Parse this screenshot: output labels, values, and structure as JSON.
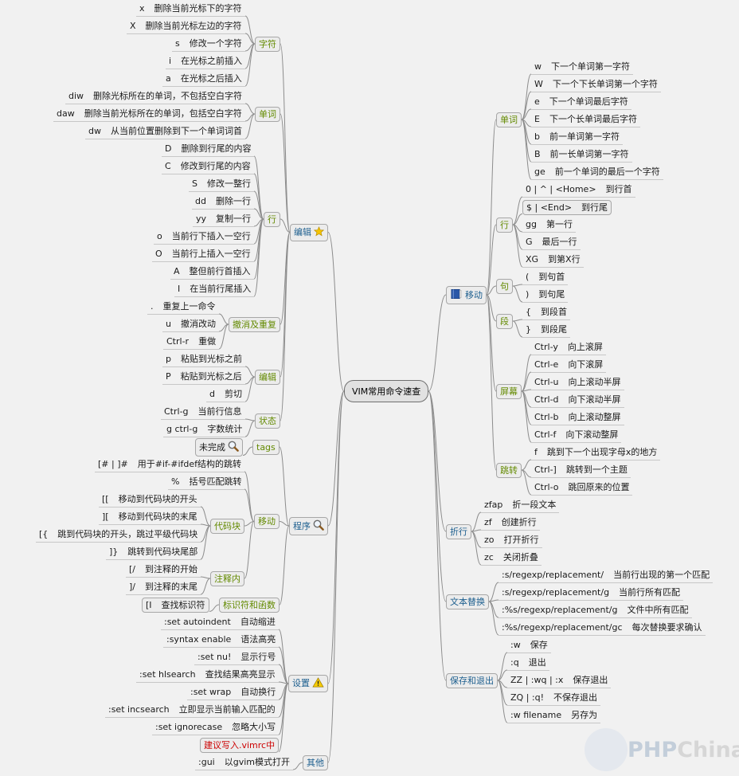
{
  "center": "VIM常用命令速查",
  "watermark": {
    "part1": "PHP",
    "part2": "China"
  },
  "left": [
    {
      "label": "编辑",
      "icon": "star-icon",
      "children": [
        {
          "label": "字符",
          "children": [
            {
              "k": "x",
              "d": "删除当前光标下的字符"
            },
            {
              "k": "X",
              "d": "删除当前光标左边的字符"
            },
            {
              "k": "s",
              "d": "修改一个字符"
            },
            {
              "k": "i",
              "d": "在光标之前插入"
            },
            {
              "k": "a",
              "d": "在光标之后插入"
            }
          ]
        },
        {
          "label": "单词",
          "children": [
            {
              "k": "diw",
              "d": "删除光标所在的单词，不包括空白字符"
            },
            {
              "k": "daw",
              "d": "删除当前光标所在的单词，包括空白字符"
            },
            {
              "k": "dw",
              "d": "从当前位置删除到下一个单词词首"
            }
          ]
        },
        {
          "label": "行",
          "children": [
            {
              "k": "D",
              "d": "删除到行尾的内容"
            },
            {
              "k": "C",
              "d": "修改到行尾的内容"
            },
            {
              "k": "S",
              "d": "修改一整行"
            },
            {
              "k": "dd",
              "d": "删除一行"
            },
            {
              "k": "yy",
              "d": "复制一行"
            },
            {
              "k": "o",
              "d": "当前行下插入一空行"
            },
            {
              "k": "O",
              "d": "当前行上插入一空行"
            },
            {
              "k": "A",
              "d": "整但前行首插入"
            },
            {
              "k": "I",
              "d": "在当前行尾插入"
            }
          ]
        },
        {
          "label": "撤消及重复",
          "children": [
            {
              "k": ".",
              "d": "重复上一命令"
            },
            {
              "k": "u",
              "d": "撤消改动"
            },
            {
              "k": "Ctrl-r",
              "d": "重做"
            }
          ]
        },
        {
          "label": "编辑",
          "children": [
            {
              "k": "p",
              "d": "粘贴到光标之前"
            },
            {
              "k": "P",
              "d": "粘贴到光标之后"
            },
            {
              "k": "d",
              "d": "剪切"
            }
          ]
        },
        {
          "label": "状态",
          "children": [
            {
              "k": "Ctrl-g",
              "d": "当前行信息"
            },
            {
              "k": "g ctrl-g",
              "d": "字数统计"
            }
          ]
        }
      ]
    },
    {
      "label": "程序",
      "icon": "magnifier-icon",
      "children": [
        {
          "label": "tags",
          "children": [
            {
              "k": "",
              "d": "未完成",
              "icon": "magnifier-icon",
              "box": true
            }
          ]
        },
        {
          "label": "移动",
          "children": [
            {
              "k": "[# | ]#",
              "d": "用于#if-#ifdef结构的跳转"
            },
            {
              "k": "%",
              "d": "括号匹配跳转"
            },
            {
              "label": "代码块",
              "children": [
                {
                  "k": "[[",
                  "d": "移动到代码块的开头"
                },
                {
                  "k": "][",
                  "d": "移动到代码块的末尾"
                },
                {
                  "k": "[{",
                  "d": "跳到代码块的开头，跳过平级代码块"
                },
                {
                  "k": "]}",
                  "d": "跳转到代码块尾部"
                }
              ]
            },
            {
              "label": "注释内",
              "children": [
                {
                  "k": "[/",
                  "d": "到注释的开始"
                },
                {
                  "k": "]/",
                  "d": "到注释的末尾"
                }
              ]
            }
          ]
        },
        {
          "label": "标识符和函数",
          "children": [
            {
              "k": "[I",
              "d": "查找标识符",
              "box": true
            }
          ]
        }
      ]
    },
    {
      "label": "设置",
      "icon": "warning-icon",
      "children": [
        {
          "k": ":set autoindent",
          "d": "自动缩进"
        },
        {
          "k": ":syntax enable",
          "d": "语法高亮"
        },
        {
          "k": ":set nu!",
          "d": "显示行号"
        },
        {
          "k": ":set hlsearch",
          "d": "查找结果高亮显示"
        },
        {
          "k": ":set wrap",
          "d": "自动换行"
        },
        {
          "k": ":set incsearch",
          "d": "立即显示当前输入匹配的"
        },
        {
          "k": ":set ignorecase",
          "d": "忽略大小写"
        },
        {
          "k": "",
          "d": "建议写入.vimrc中",
          "red": true
        }
      ]
    },
    {
      "label": "其他",
      "children": [
        {
          "k": ":gui",
          "d": "以gvim模式打开"
        }
      ]
    }
  ],
  "right": [
    {
      "label": "移动",
      "icon": "book-icon",
      "children": [
        {
          "label": "单词",
          "children": [
            {
              "k": "w",
              "d": "下一个单词第一字符"
            },
            {
              "k": "W",
              "d": "下一个下长单词第一个字符"
            },
            {
              "k": "e",
              "d": "下一个单词最后字符"
            },
            {
              "k": "E",
              "d": "下一个长单词最后字符"
            },
            {
              "k": "b",
              "d": "前一单词第一字符"
            },
            {
              "k": "B",
              "d": "前一长单词第一字符"
            },
            {
              "k": "ge",
              "d": "前一个单词的最后一个字符"
            }
          ]
        },
        {
          "label": "行",
          "children": [
            {
              "k": "0 | ^ | <Home>",
              "d": "到行首"
            },
            {
              "k": "$ | <End>",
              "d": "到行尾",
              "box": true
            },
            {
              "k": "gg",
              "d": "第一行"
            },
            {
              "k": "G",
              "d": "最后一行"
            },
            {
              "k": "XG",
              "d": "到第X行"
            }
          ]
        },
        {
          "label": "句",
          "children": [
            {
              "k": "(",
              "d": "到句首"
            },
            {
              "k": ")",
              "d": "到句尾"
            }
          ]
        },
        {
          "label": "段",
          "children": [
            {
              "k": "{",
              "d": "到段首"
            },
            {
              "k": "}",
              "d": "到段尾"
            }
          ]
        },
        {
          "label": "屏幕",
          "children": [
            {
              "k": "Ctrl-y",
              "d": "向上滚屏"
            },
            {
              "k": "Ctrl-e",
              "d": "向下滚屏"
            },
            {
              "k": "Ctrl-u",
              "d": "向上滚动半屏"
            },
            {
              "k": "Ctrl-d",
              "d": "向下滚动半屏"
            },
            {
              "k": "Ctrl-b",
              "d": "向上滚动整屏"
            },
            {
              "k": "Ctrl-f",
              "d": "向下滚动整屏"
            }
          ]
        },
        {
          "label": "跳转",
          "children": [
            {
              "k": "f",
              "d": "跳到下一个出现字母x的地方"
            },
            {
              "k": "Ctrl-]",
              "d": "跳转到一个主题"
            },
            {
              "k": "Ctrl-o",
              "d": "跳回原来的位置"
            }
          ]
        }
      ]
    },
    {
      "label": "折行",
      "children": [
        {
          "k": "zfap",
          "d": "折一段文本"
        },
        {
          "k": "zf",
          "d": "创建折行"
        },
        {
          "k": "zo",
          "d": "打开折行"
        },
        {
          "k": "zc",
          "d": "关闭折叠"
        }
      ]
    },
    {
      "label": "文本替换",
      "children": [
        {
          "k": ":s/regexp/replacement/",
          "d": "当前行出现的第一个匹配"
        },
        {
          "k": ":s/regexp/replacement/g",
          "d": "当前行所有匹配"
        },
        {
          "k": ":%s/regexp/replacement/g",
          "d": "文件中所有匹配"
        },
        {
          "k": ":%s/regexp/replacement/gc",
          "d": "每次替换要求确认"
        }
      ]
    },
    {
      "label": "保存和退出",
      "children": [
        {
          "k": ":w",
          "d": "保存"
        },
        {
          "k": ":q",
          "d": "退出"
        },
        {
          "k": "ZZ | :wq | :x",
          "d": "保存退出"
        },
        {
          "k": "ZQ | :q!",
          "d": "不保存退出"
        },
        {
          "k": ":w filename",
          "d": "另存为"
        }
      ]
    }
  ]
}
